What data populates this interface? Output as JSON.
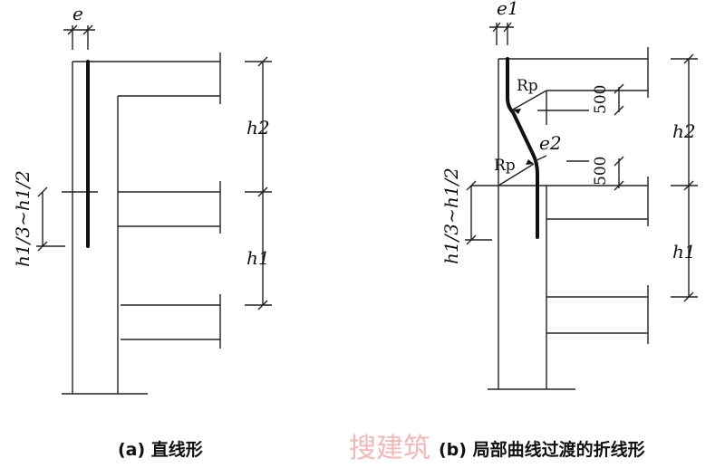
{
  "figure_a": {
    "caption": "(a) 直线形",
    "e_label": "e",
    "h1_label": "h1",
    "h2_label": "h2",
    "range_label": "h1/3~h1/2"
  },
  "figure_b": {
    "caption": "(b) 局部曲线过渡的折线形",
    "e1_label": "e1",
    "e2_label": "e2",
    "rp_label": "Rp",
    "dim_500": "500",
    "h1_label": "h1",
    "h2_label": "h2",
    "range_label": "h1/3~h1/2"
  },
  "watermark": "搜建筑"
}
